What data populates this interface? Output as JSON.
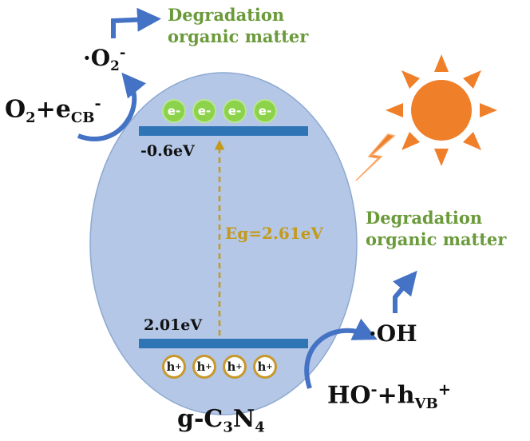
{
  "labels": {
    "degradation_top": [
      "Degradation",
      "organic matter"
    ],
    "degradation_right": [
      "Degradation",
      "organic matter"
    ],
    "superoxide": {
      "prefix": "·O",
      "sub": "2",
      "sup": "-"
    },
    "reaction_cb": {
      "lhs": "O",
      "lhs_sub": "2",
      "plus_e": "+e",
      "e_sub": "CB",
      "e_sup": "-"
    },
    "cb_energy": "-0.6eV",
    "vb_energy": "2.01eV",
    "bandgap": "Eg=2.61eV",
    "hydroxyl": "·OH",
    "reaction_vb": {
      "lhs": "HO",
      "lhs_sup": "-",
      "plus_h": "+h",
      "h_sub": "VB",
      "h_sup": "+"
    },
    "material": {
      "g": "g-C",
      "s1": "3",
      "n": "N",
      "s2": "4"
    }
  },
  "electrons": [
    "e-",
    "e-",
    "e-",
    "e-"
  ],
  "holes": [
    "h",
    "h",
    "h",
    "h"
  ],
  "hole_sup": "+",
  "colors": {
    "ellipse_fill": "#b4c7e7",
    "band": "#2e75b6",
    "electron": "#8cd24a",
    "hole_ring": "#c8982a",
    "bandgap_arrow": "#c59a1a",
    "arrows": "#4472c4",
    "degradation_text": "#6a9a3a",
    "sun": "#f07f2a",
    "lightning": "#f07f2a"
  },
  "icons": [
    "sun-icon",
    "lightning-icon"
  ]
}
